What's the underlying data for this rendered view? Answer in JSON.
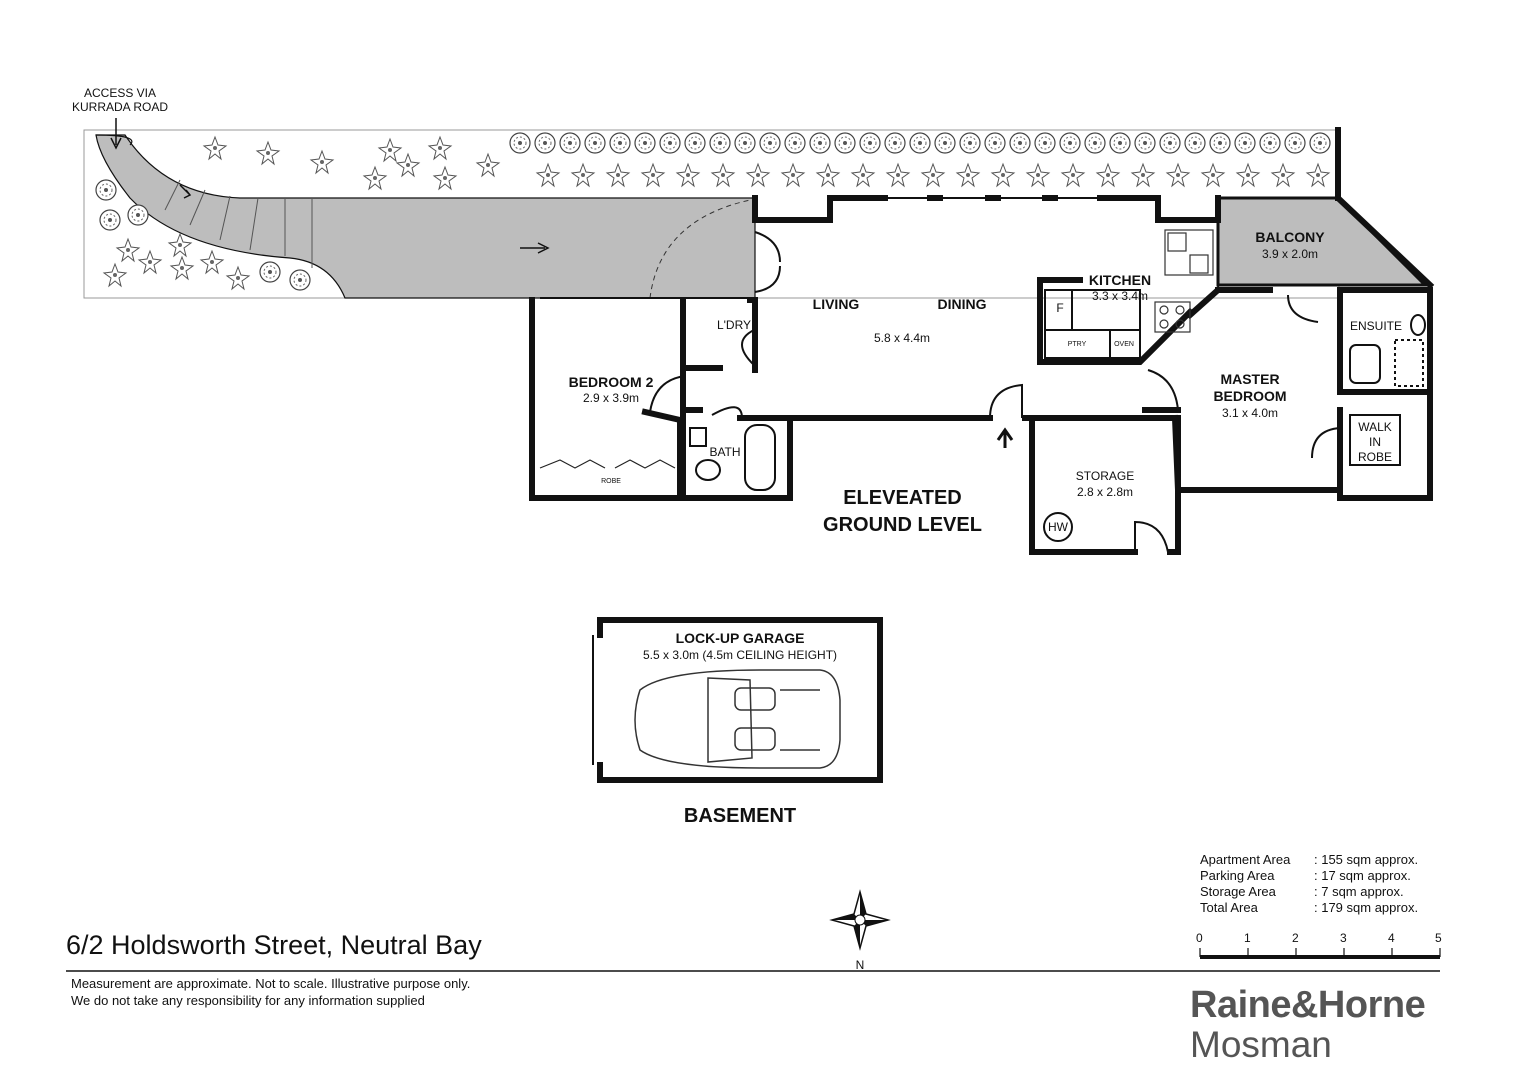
{
  "rooms": {
    "access": {
      "line1": "ACCESS VIA",
      "line2": "KURRADA ROAD"
    },
    "balcony": {
      "name": "BALCONY",
      "size": "3.9 x 2.0m"
    },
    "kitchen": {
      "name": "KITCHEN",
      "size": "3.3 x 3.4m",
      "fridge": "F",
      "pantry": "PTRY",
      "oven": "OVEN"
    },
    "living": {
      "name": "LIVING"
    },
    "dining": {
      "name": "DINING",
      "size": "5.8 x 4.4m"
    },
    "laundry": {
      "name": "L'DRY"
    },
    "bedroom2": {
      "name": "BEDROOM 2",
      "size": "2.9 x 3.9m",
      "robe": "ROBE"
    },
    "bath": {
      "name": "BATH"
    },
    "master": {
      "name1": "MASTER",
      "name2": "BEDROOM",
      "size": "3.1 x 4.0m"
    },
    "ensuite": {
      "name": "ENSUITE"
    },
    "walkin": {
      "line1": "WALK",
      "line2": "IN",
      "line3": "ROBE"
    },
    "storage": {
      "name": "STORAGE",
      "size": "2.8 x 2.8m",
      "hw": "HW"
    },
    "garage": {
      "name": "LOCK-UP GARAGE",
      "size": "5.5 x 3.0m (4.5m CEILING HEIGHT)"
    }
  },
  "levels": {
    "ground1": "ELEVEATED",
    "ground2": "GROUND LEVEL",
    "basement": "BASEMENT"
  },
  "areas": [
    {
      "label": "Apartment Area",
      "value": ": 155 sqm approx."
    },
    {
      "label": "Parking Area",
      "value": ": 17 sqm approx."
    },
    {
      "label": "Storage Area",
      "value": ": 7 sqm approx."
    },
    {
      "label": "Total Area",
      "value": ": 179 sqm approx."
    }
  ],
  "scale": [
    "0",
    "1",
    "2",
    "3",
    "4",
    "5"
  ],
  "compass": "N",
  "address": "6/2 Holdsworth Street, Neutral Bay",
  "disclaimer": {
    "line1": "Measurement are approximate. Not to scale. Illustrative purpose only.",
    "line2": "We do not take any responsibility for any information supplied"
  },
  "logo": {
    "line1": "Raine&Horne",
    "line2": "Mosman"
  },
  "colors": {
    "paved": "#bdbdbd",
    "wall": "#111111",
    "logo": "#555555"
  }
}
